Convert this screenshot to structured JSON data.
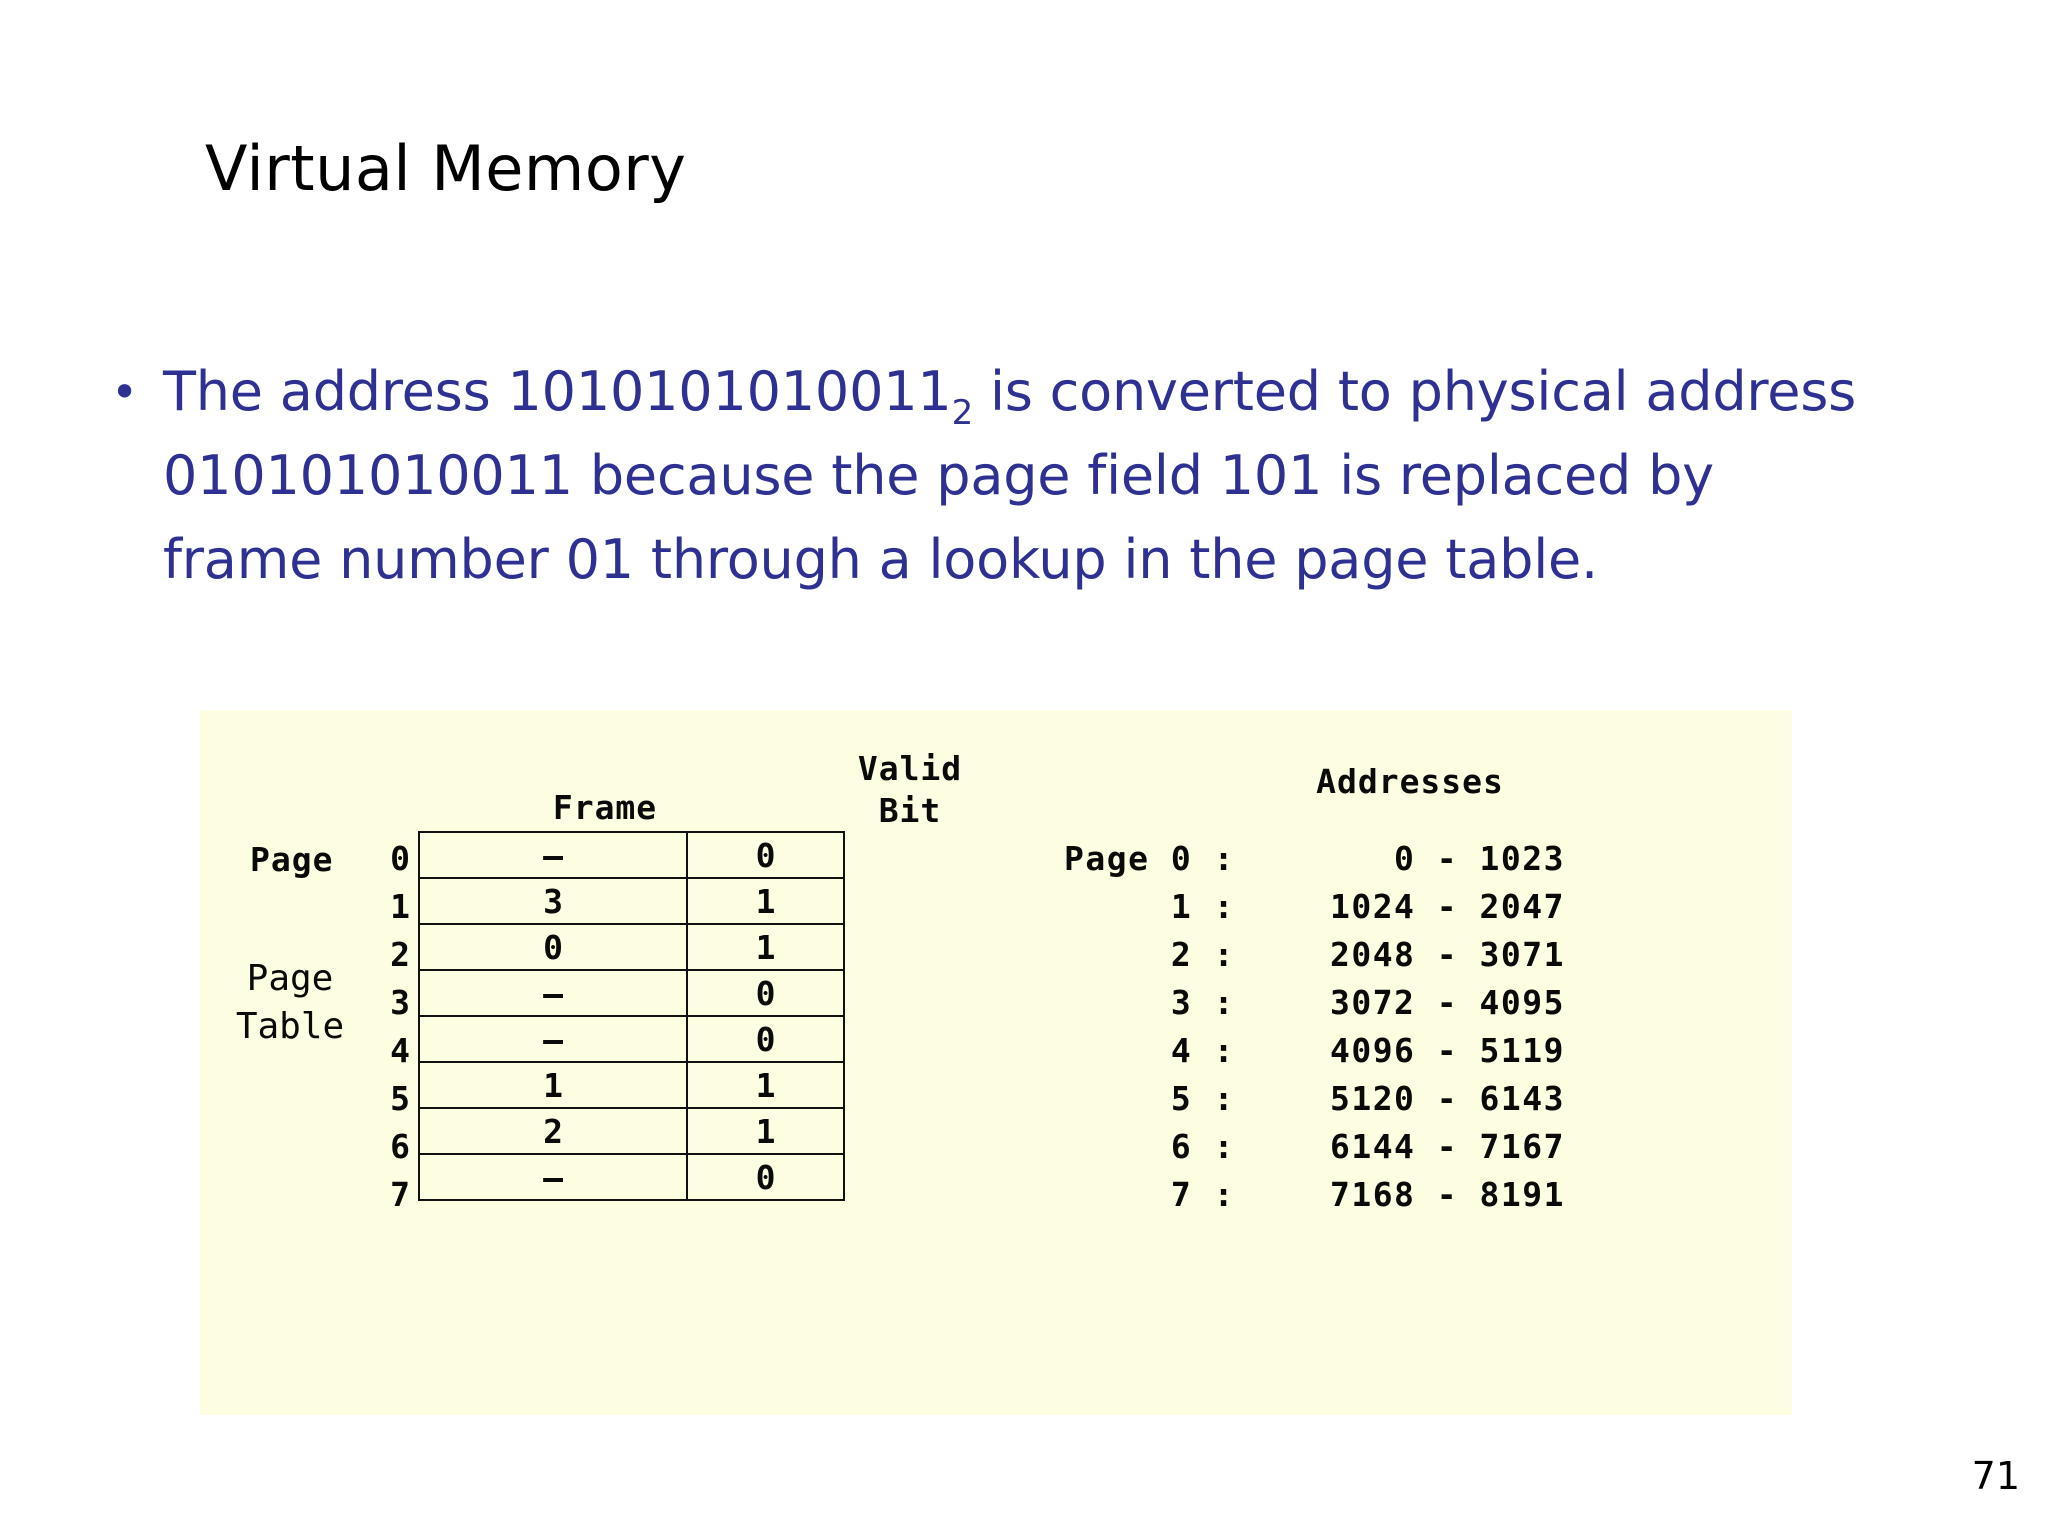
{
  "slide": {
    "title": "Virtual Memory",
    "page_number": "71",
    "bullet_marker": "•",
    "body": {
      "part1": "The address 1010101010011",
      "subscript": "2",
      "part2": " is converted to physical address 010101010011 because the page field 101 is replaced by frame number 01 through a lookup in the page table."
    }
  },
  "figure": {
    "headers": {
      "frame": "Frame",
      "valid_line1": "Valid",
      "valid_line2": "Bit",
      "addresses": "Addresses"
    },
    "labels": {
      "page_word": "Page",
      "page_table_line1": "Page",
      "page_table_line2": "Table",
      "addr_page_word": "Page"
    },
    "page_table": {
      "indices": [
        "0",
        "1",
        "2",
        "3",
        "4",
        "5",
        "6",
        "7"
      ],
      "frame": [
        "–",
        "3",
        "0",
        "–",
        "–",
        "1",
        "2",
        "–"
      ],
      "valid_bit": [
        "0",
        "1",
        "1",
        "0",
        "0",
        "1",
        "1",
        "0"
      ]
    },
    "addresses": [
      {
        "label": "0 :",
        "range": "0 - 1023"
      },
      {
        "label": "1 :",
        "range": "1024 - 2047"
      },
      {
        "label": "2 :",
        "range": "2048 - 3071"
      },
      {
        "label": "3 :",
        "range": "3072 - 4095"
      },
      {
        "label": "4 :",
        "range": "4096 - 5119"
      },
      {
        "label": "5 :",
        "range": "5120 - 6143"
      },
      {
        "label": "6 :",
        "range": "6144 - 7167"
      },
      {
        "label": "7 :",
        "range": "7168 - 8191"
      }
    ]
  },
  "colors": {
    "body_text": "#2e3192",
    "title_text": "#000000",
    "figure_background": "#fdfde2",
    "slide_background": "#ffffff",
    "table_border": "#111111"
  }
}
